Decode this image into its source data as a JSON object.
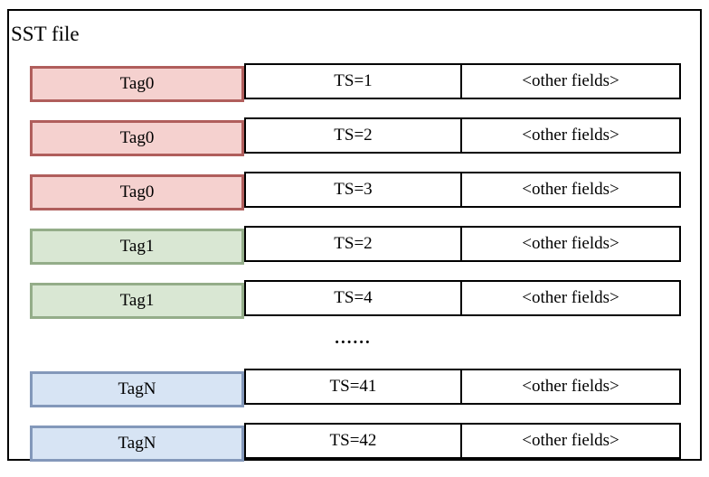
{
  "diagram": {
    "title": "SST file",
    "ellipsis": "......"
  },
  "colors": {
    "red": {
      "fill": "#f5d1cf",
      "border": "#b05e5c"
    },
    "green": {
      "fill": "#d9e7d3",
      "border": "#94ad89"
    },
    "blue": {
      "fill": "#d7e4f4",
      "border": "#8398ba"
    },
    "cell_border": "#000000",
    "outer_border": "#000000"
  },
  "rows": [
    {
      "tag": "Tag0",
      "ts": "TS=1",
      "other": "<other fields>",
      "color": "red"
    },
    {
      "tag": "Tag0",
      "ts": "TS=2",
      "other": "<other fields>",
      "color": "red"
    },
    {
      "tag": "Tag0",
      "ts": "TS=3",
      "other": "<other fields>",
      "color": "red"
    },
    {
      "tag": "Tag1",
      "ts": "TS=2",
      "other": "<other fields>",
      "color": "green"
    },
    {
      "tag": "Tag1",
      "ts": "TS=4",
      "other": "<other fields>",
      "color": "green"
    },
    {
      "tag": "TagN",
      "ts": "TS=41",
      "other": "<other fields>",
      "color": "blue"
    },
    {
      "tag": "TagN",
      "ts": "TS=42",
      "other": "<other fields>",
      "color": "blue"
    }
  ]
}
